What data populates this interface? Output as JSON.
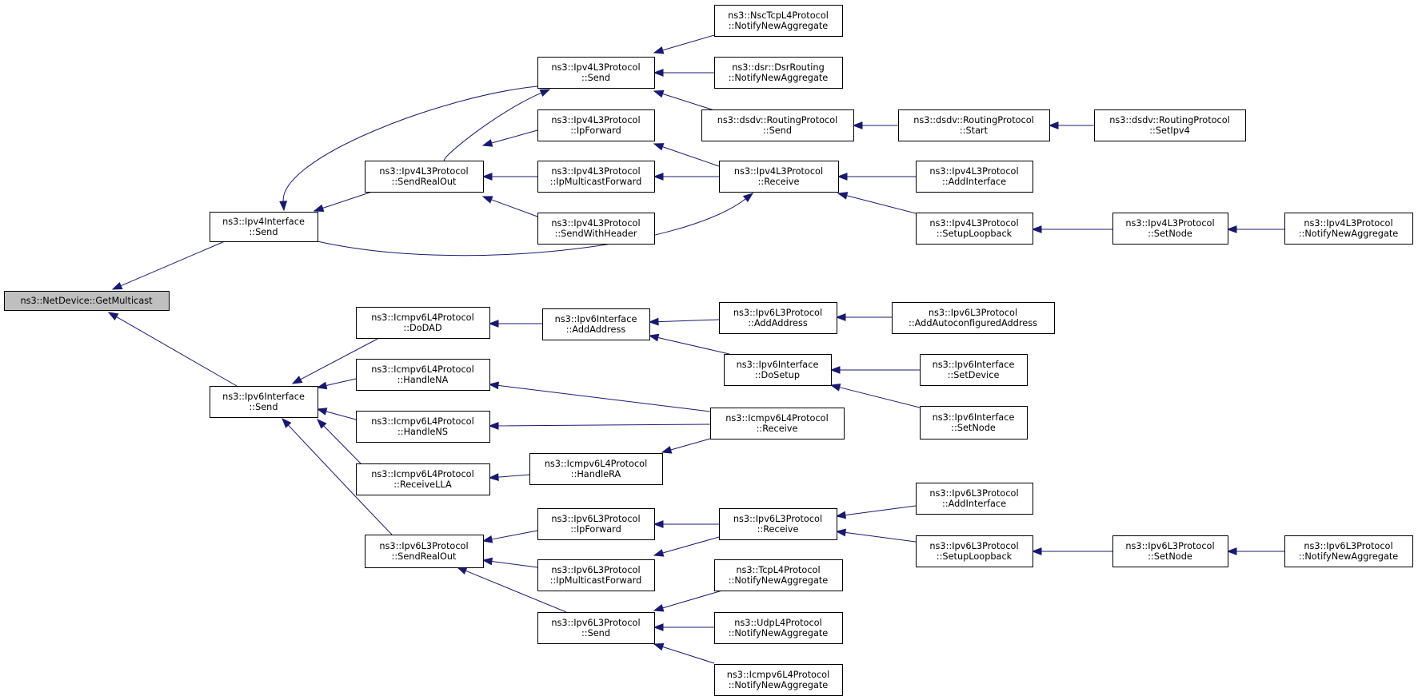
{
  "nodes": [
    {
      "id": "root",
      "lines": [
        "ns3::NetDevice::GetMulticast"
      ],
      "root": true
    },
    {
      "id": "v4if_send",
      "lines": [
        "ns3::Ipv4Interface",
        "::Send"
      ]
    },
    {
      "id": "v6if_send",
      "lines": [
        "ns3::Ipv6Interface",
        "::Send"
      ]
    },
    {
      "id": "v4_send",
      "lines": [
        "ns3::Ipv4L3Protocol",
        "::Send"
      ]
    },
    {
      "id": "v4_sro",
      "lines": [
        "ns3::Ipv4L3Protocol",
        "::SendRealOut"
      ]
    },
    {
      "id": "nsc_nna",
      "lines": [
        "ns3::NscTcpL4Protocol",
        "::NotifyNewAggregate"
      ]
    },
    {
      "id": "dsr_nna",
      "lines": [
        "ns3::dsr::DsrRouting",
        "::NotifyNewAggregate"
      ]
    },
    {
      "id": "dsdv_send",
      "lines": [
        "ns3::dsdv::RoutingProtocol",
        "::Send"
      ]
    },
    {
      "id": "dsdv_start",
      "lines": [
        "ns3::dsdv::RoutingProtocol",
        "::Start"
      ]
    },
    {
      "id": "dsdv_setipv4",
      "lines": [
        "ns3::dsdv::RoutingProtocol",
        "::SetIpv4"
      ]
    },
    {
      "id": "v4_ipf",
      "lines": [
        "ns3::Ipv4L3Protocol",
        "::IpForward"
      ]
    },
    {
      "id": "v4_ipmf",
      "lines": [
        "ns3::Ipv4L3Protocol",
        "::IpMulticastForward"
      ]
    },
    {
      "id": "v4_swh",
      "lines": [
        "ns3::Ipv4L3Protocol",
        "::SendWithHeader"
      ]
    },
    {
      "id": "v4_recv",
      "lines": [
        "ns3::Ipv4L3Protocol",
        "::Receive"
      ]
    },
    {
      "id": "v4_addif",
      "lines": [
        "ns3::Ipv4L3Protocol",
        "::AddInterface"
      ]
    },
    {
      "id": "v4_setlb",
      "lines": [
        "ns3::Ipv4L3Protocol",
        "::SetupLoopback"
      ]
    },
    {
      "id": "v4_setnode",
      "lines": [
        "ns3::Ipv4L3Protocol",
        "::SetNode"
      ]
    },
    {
      "id": "v4_nna",
      "lines": [
        "ns3::Ipv4L3Protocol",
        "::NotifyNewAggregate"
      ]
    },
    {
      "id": "ic_dodad",
      "lines": [
        "ns3::Icmpv6L4Protocol",
        "::DoDAD"
      ]
    },
    {
      "id": "ic_hna",
      "lines": [
        "ns3::Icmpv6L4Protocol",
        "::HandleNA"
      ]
    },
    {
      "id": "ic_hns",
      "lines": [
        "ns3::Icmpv6L4Protocol",
        "::HandleNS"
      ]
    },
    {
      "id": "ic_rlla",
      "lines": [
        "ns3::Icmpv6L4Protocol",
        "::ReceiveLLA"
      ]
    },
    {
      "id": "v6_sro",
      "lines": [
        "ns3::Ipv6L3Protocol",
        "::SendRealOut"
      ]
    },
    {
      "id": "v6if_addaddr",
      "lines": [
        "ns3::Ipv6Interface",
        "::AddAddress"
      ]
    },
    {
      "id": "v6_addaddr",
      "lines": [
        "ns3::Ipv6L3Protocol",
        "::AddAddress"
      ]
    },
    {
      "id": "v6_addauto",
      "lines": [
        "ns3::Ipv6L3Protocol",
        "::AddAutoconfiguredAddress"
      ]
    },
    {
      "id": "v6if_dosetup",
      "lines": [
        "ns3::Ipv6Interface",
        "::DoSetup"
      ]
    },
    {
      "id": "v6if_setdev",
      "lines": [
        "ns3::Ipv6Interface",
        "::SetDevice"
      ]
    },
    {
      "id": "v6if_setnode",
      "lines": [
        "ns3::Ipv6Interface",
        "::SetNode"
      ]
    },
    {
      "id": "ic_recv",
      "lines": [
        "ns3::Icmpv6L4Protocol",
        "::Receive"
      ]
    },
    {
      "id": "ic_hra",
      "lines": [
        "ns3::Icmpv6L4Protocol",
        "::HandleRA"
      ]
    },
    {
      "id": "v6_ipf",
      "lines": [
        "ns3::Ipv6L3Protocol",
        "::IpForward"
      ]
    },
    {
      "id": "v6_ipmf",
      "lines": [
        "ns3::Ipv6L3Protocol",
        "::IpMulticastForward"
      ]
    },
    {
      "id": "v6_send",
      "lines": [
        "ns3::Ipv6L3Protocol",
        "::Send"
      ]
    },
    {
      "id": "v6_recv",
      "lines": [
        "ns3::Ipv6L3Protocol",
        "::Receive"
      ]
    },
    {
      "id": "v6_addif",
      "lines": [
        "ns3::Ipv6L3Protocol",
        "::AddInterface"
      ]
    },
    {
      "id": "v6_setlb",
      "lines": [
        "ns3::Ipv6L3Protocol",
        "::SetupLoopback"
      ]
    },
    {
      "id": "v6_setnode",
      "lines": [
        "ns3::Ipv6L3Protocol",
        "::SetNode"
      ]
    },
    {
      "id": "v6_nna",
      "lines": [
        "ns3::Ipv6L3Protocol",
        "::NotifyNewAggregate"
      ]
    },
    {
      "id": "tcp_nna",
      "lines": [
        "ns3::TcpL4Protocol",
        "::NotifyNewAggregate"
      ]
    },
    {
      "id": "udp_nna",
      "lines": [
        "ns3::UdpL4Protocol",
        "::NotifyNewAggregate"
      ]
    },
    {
      "id": "ic_nna",
      "lines": [
        "ns3::Icmpv6L4Protocol",
        "::NotifyNewAggregate"
      ]
    }
  ],
  "edges": [
    {
      "from": "v4if_send",
      "to": "root"
    },
    {
      "from": "v6if_send",
      "to": "root"
    },
    {
      "from": "v4_send",
      "to": "v4if_send"
    },
    {
      "from": "v4_sro",
      "to": "v4if_send"
    },
    {
      "from": "v4_recv",
      "to": "v4if_send"
    },
    {
      "from": "nsc_nna",
      "to": "v4_send"
    },
    {
      "from": "dsr_nna",
      "to": "v4_send"
    },
    {
      "from": "dsdv_send",
      "to": "v4_send"
    },
    {
      "from": "dsdv_start",
      "to": "dsdv_send"
    },
    {
      "from": "dsdv_setipv4",
      "to": "dsdv_start"
    },
    {
      "from": "v4_sro",
      "to": "v4_send"
    },
    {
      "from": "v4_ipf",
      "to": "v4_sro"
    },
    {
      "from": "v4_ipmf",
      "to": "v4_sro"
    },
    {
      "from": "v4_swh",
      "to": "v4_sro"
    },
    {
      "from": "v4_recv",
      "to": "v4_ipf"
    },
    {
      "from": "v4_recv",
      "to": "v4_ipmf"
    },
    {
      "from": "v4_addif",
      "to": "v4_recv"
    },
    {
      "from": "v4_setlb",
      "to": "v4_recv"
    },
    {
      "from": "v4_setnode",
      "to": "v4_setlb"
    },
    {
      "from": "v4_nna",
      "to": "v4_setnode"
    },
    {
      "from": "ic_dodad",
      "to": "v6if_send"
    },
    {
      "from": "ic_hna",
      "to": "v6if_send"
    },
    {
      "from": "ic_hns",
      "to": "v6if_send"
    },
    {
      "from": "ic_rlla",
      "to": "v6if_send"
    },
    {
      "from": "v6_sro",
      "to": "v6if_send"
    },
    {
      "from": "v6if_addaddr",
      "to": "ic_dodad"
    },
    {
      "from": "v6_addaddr",
      "to": "v6if_addaddr"
    },
    {
      "from": "v6_addauto",
      "to": "v6_addaddr"
    },
    {
      "from": "v6if_dosetup",
      "to": "v6if_addaddr"
    },
    {
      "from": "v6if_setdev",
      "to": "v6if_dosetup"
    },
    {
      "from": "v6if_setnode",
      "to": "v6if_dosetup"
    },
    {
      "from": "ic_recv",
      "to": "ic_hna"
    },
    {
      "from": "ic_recv",
      "to": "ic_hns"
    },
    {
      "from": "ic_hra",
      "to": "ic_rlla"
    },
    {
      "from": "ic_recv",
      "to": "ic_hra"
    },
    {
      "from": "v6_ipf",
      "to": "v6_sro"
    },
    {
      "from": "v6_ipmf",
      "to": "v6_sro"
    },
    {
      "from": "v6_send",
      "to": "v6_sro"
    },
    {
      "from": "v6_recv",
      "to": "v6_ipf"
    },
    {
      "from": "v6_recv",
      "to": "v6_ipmf"
    },
    {
      "from": "v6_addif",
      "to": "v6_recv"
    },
    {
      "from": "v6_setlb",
      "to": "v6_recv"
    },
    {
      "from": "v6_setnode",
      "to": "v6_setlb"
    },
    {
      "from": "v6_nna",
      "to": "v6_setnode"
    },
    {
      "from": "tcp_nna",
      "to": "v6_send"
    },
    {
      "from": "udp_nna",
      "to": "v6_send"
    },
    {
      "from": "ic_nna",
      "to": "v6_send"
    }
  ]
}
